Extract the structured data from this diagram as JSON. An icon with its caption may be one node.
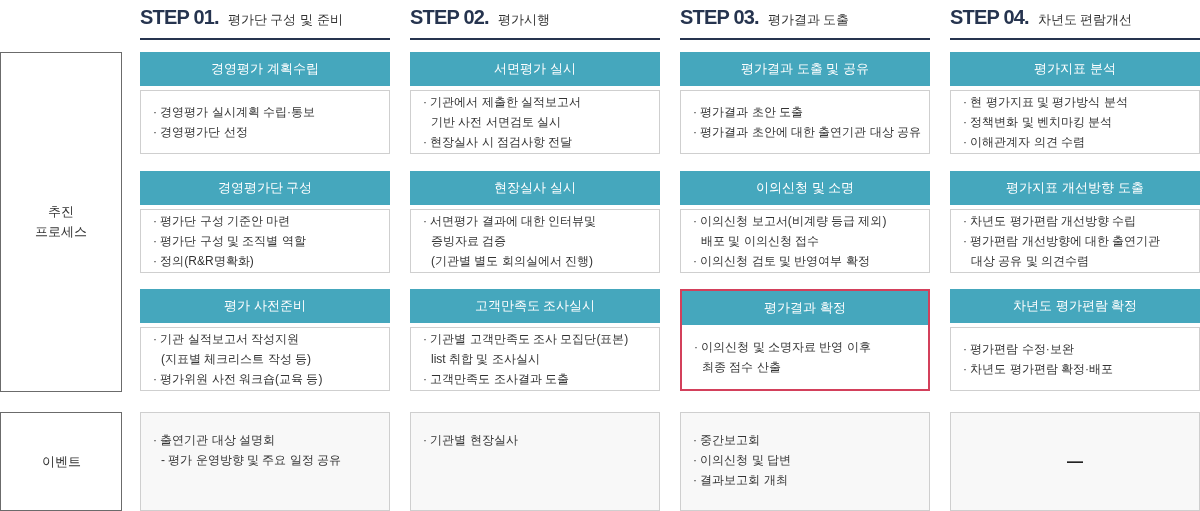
{
  "diagram": {
    "nodes": [
      {
        "text": [
          "추진 프로세스"
        ]
      },
      {
        "text": [
          "경영평가 계획수립",
          "· 경영평가 실시계획 수립·통보",
          "· 경영평가단 선정"
        ]
      },
      {
        "text": [
          "서면평가 실시",
          "· 기관에서 제출한 실적보고서 기반 사전 서면검토 실시",
          "· 현장실사 시 점검사항 전달"
        ]
      },
      {
        "text": [
          "평가결과 도출 및 공유",
          "· 평가결과 초안 도출",
          "· 평가결과 초안에 대한 출연기관 대상 공유"
        ]
      },
      {
        "text": [
          "평가지표 분석",
          "· 현 평가지표 및 평가방식 분석",
          "· 정책변화 및 벤치마킹 분석",
          "· 이해관계자 의견 수렴"
        ]
      },
      {
        "text": [
          "경영평가단 구성",
          "· 평가단 구성 기준안 마련",
          "· 평가단 구성 및 조직별 역할",
          "· 정의(R&R명확화)"
        ]
      },
      {
        "text": [
          "현장실사 실시",
          "· 서면평가 결과에 대한 인터뷰및 증빙자료 검증 (기관별 별도 회의실에서 진행)"
        ]
      },
      {
        "text": [
          "이의신청 및 소명",
          "· 이의신청 보고서(비계량 등급 제외) 배포 및 이의신청 접수",
          "· 이의신청 검토 및 반영여부 확정"
        ]
      },
      {
        "text": [
          "평가지표 개선방향 도출",
          "· 차년도 평가편람 개선방향 수립",
          "· 평가편람 개선방향에 대한 출연기관 대상 공유 및 의견수렴"
        ]
      },
      {
        "text": [
          "평가 사전준비",
          "· 기관 실적보고서 작성지원 (지표별 체크리스트 작성 등)",
          "· 평가위원 사전 워크숍(교육 등)"
        ]
      },
      {
        "text": [
          "고객만족도 조사실시",
          "· 기관별 고객만족도 조사 모집단(표본) list 취합 및 조사실시",
          "· 고객만족도 조사결과 도출"
        ]
      },
      {
        "text": [
          "평가결과 확정",
          "· 이의신청 및 소명자료 반영 이후 최종 점수 산출"
        ]
      },
      {
        "text": [
          "차년도 평가편람 확정",
          "· 평가편람 수정·보완",
          "· 차년도 평가편람 확정·배포"
        ]
      },
      {
        "text": [
          "이벤트"
        ]
      },
      {
        "text": [
          "· 출연기관 대상 설명회",
          "- 평가 운영방향 및 주요 일정 공유"
        ]
      },
      {
        "text": [
          "· 기관별 현장실사"
        ]
      },
      {
        "text": [
          "· 중간보고회",
          "· 이의신청 및 답변",
          "· 결과보고회 개최"
        ]
      },
      {
        "text": [
          "—"
        ]
      }
    ],
    "edges": [],
    "labels": [
      "STEP 01.",
      "평가단 구성 및 준비",
      "STEP 02.",
      "평가시행",
      "STEP 03.",
      "평가결과 도출",
      "STEP 04.",
      "차년도 편람개선"
    ]
  }
}
